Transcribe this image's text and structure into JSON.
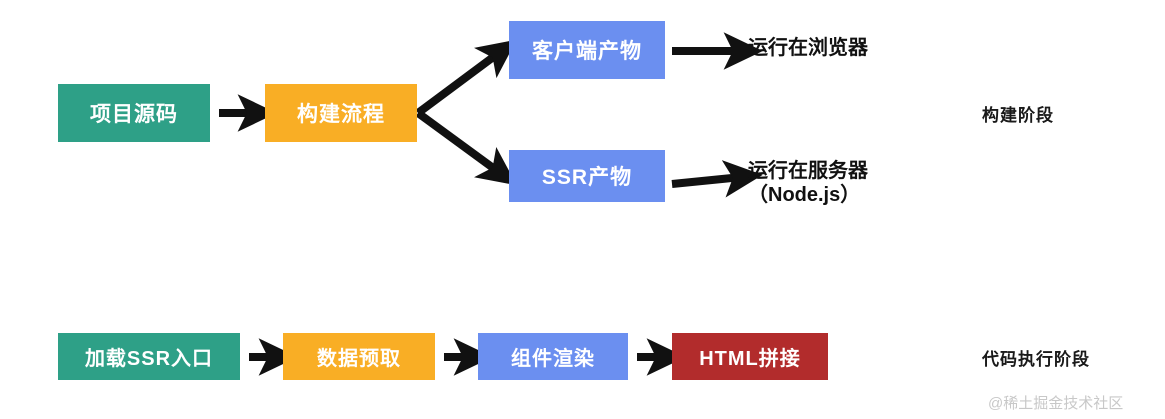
{
  "diagram": {
    "title_watermark": "@稀土掘金技术社区",
    "build_stage": {
      "label": "构建阶段",
      "nodes": [
        {
          "id": "source",
          "text": "项目源码",
          "color": "#2ea087",
          "role": "source"
        },
        {
          "id": "build",
          "text": "构建流程",
          "color": "#f9ae25",
          "role": "process"
        },
        {
          "id": "client-out",
          "text": "客户端产物",
          "color": "#6b8ff0",
          "role": "artifact"
        },
        {
          "id": "ssr-out",
          "text": "SSR产物",
          "color": "#6b8ff0",
          "role": "artifact"
        }
      ],
      "outcomes": [
        {
          "id": "browser",
          "line1": "运行在浏览器",
          "line2": ""
        },
        {
          "id": "server",
          "line1": "运行在服务器",
          "line2": "（Node.js）"
        }
      ]
    },
    "runtime_stage": {
      "label": "代码执行阶段",
      "nodes": [
        {
          "id": "load-ssr-entry",
          "text": "加载SSR入口",
          "color": "#2ea087"
        },
        {
          "id": "prefetch-data",
          "text": "数据预取",
          "color": "#f9ae25"
        },
        {
          "id": "render-comp",
          "text": "组件渲染",
          "color": "#6b8ff0"
        },
        {
          "id": "html-concat",
          "text": "HTML拼接",
          "color": "#b22c2c"
        }
      ]
    },
    "colors": {
      "green": "#2ea087",
      "orange": "#f9ae25",
      "blue": "#6b8ff0",
      "red": "#b22c2c",
      "arrow": "#111111",
      "background": "#ffffff",
      "watermark": "#c8c8c8"
    }
  }
}
